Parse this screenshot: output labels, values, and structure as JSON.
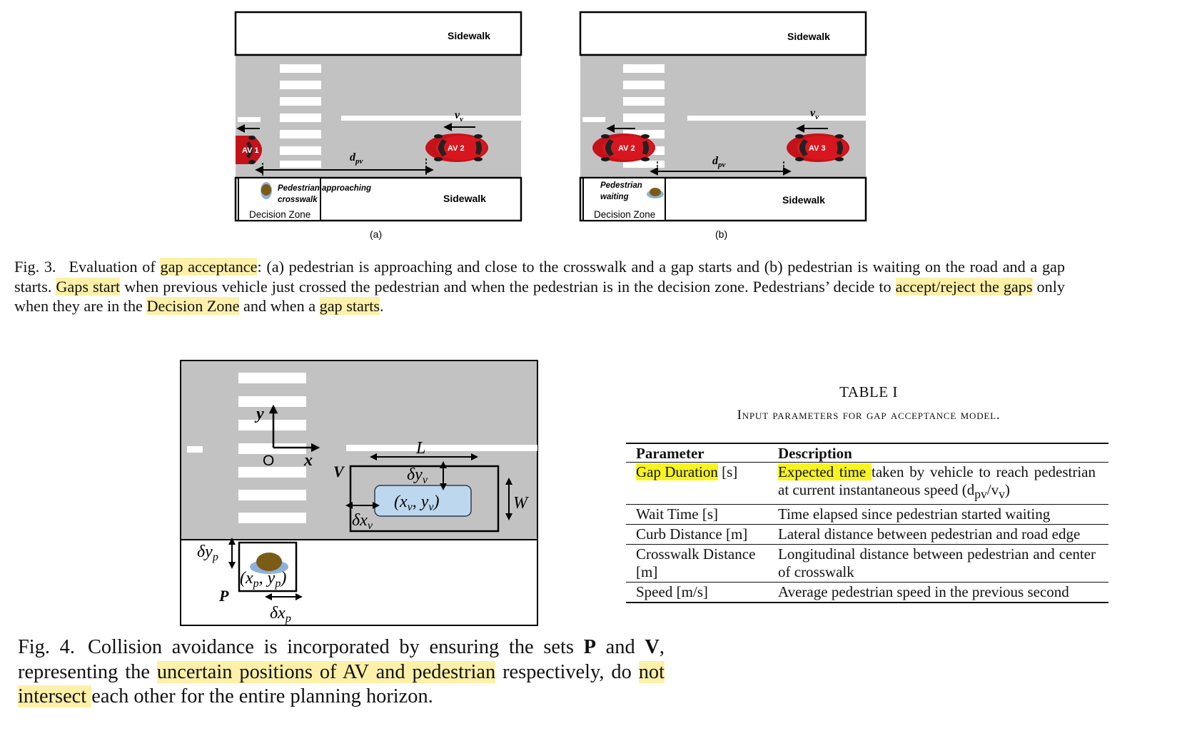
{
  "fig3": {
    "panel_a": {
      "sidewalk_top": "Sidewalk",
      "sidewalk_bottom": "Sidewalk",
      "vehicle_left": "AV 1",
      "vehicle_right": "AV 2",
      "speed_label": "v",
      "speed_sub": "v",
      "distance_label": "d",
      "distance_sub": "pv",
      "pedestrian_line1": "Pedestrian approaching",
      "pedestrian_line2": "crosswalk",
      "zone_label": "Decision Zone",
      "panel_label": "(a)"
    },
    "panel_b": {
      "sidewalk_top": "Sidewalk",
      "sidewalk_bottom": "Sidewalk",
      "vehicle_left": "AV 2",
      "vehicle_right": "AV 3",
      "speed_label": "v",
      "speed_sub": "v",
      "distance_label": "d",
      "distance_sub": "pv",
      "pedestrian_line1": "Pedestrian",
      "pedestrian_line2": "waiting",
      "zone_label": "Decision Zone",
      "panel_label": "(b)"
    },
    "caption": {
      "fig_num": "Fig. 3.",
      "s1": "Evaluation of ",
      "h1": "gap acceptance",
      "s2": ": (a) pedestrian is approaching and close to the crosswalk and a gap starts and (b) pedestrian is waiting on the road and a gap starts. ",
      "h2": "Gaps start",
      "s3": " when previous vehicle just crossed the pedestrian and when the pedestrian is in the decision zone. Pedestrians’ decide to ",
      "h3": "accept/reject the gaps",
      "s4": " only when they are in the ",
      "h4": "Decision Zone",
      "s5": " and when a ",
      "h5": "gap starts",
      "s6": "."
    }
  },
  "fig4": {
    "axis_y": "y",
    "axis_x": "x",
    "origin": "O",
    "L": "L",
    "V": "V",
    "W": "W",
    "P": "P",
    "dyv": "δy",
    "dyv_sub": "v",
    "dxv": "δx",
    "dxv_sub": "v",
    "dyp": "δy",
    "dyp_sub": "p",
    "dxp": "δx",
    "dxp_sub": "p",
    "vehicle_pos": "(x",
    "vehicle_pos_sub1": "v",
    "vehicle_pos_mid": ", y",
    "vehicle_pos_sub2": "v",
    "vehicle_pos_end": ")",
    "ped_pos": "(x",
    "ped_pos_sub1": "p",
    "ped_pos_mid": ", y",
    "ped_pos_sub2": "p",
    "ped_pos_end": ")",
    "caption": {
      "fig_num": "Fig. 4.",
      "s1": "Collision avoidance is incorporated by ensuring the sets ",
      "b1": "P",
      "s2": " and ",
      "b2": "V",
      "s3": ", representing the ",
      "h1": "uncertain positions of AV and pedestrian",
      "s4": " respectively, do ",
      "h2": "not intersect ",
      "s5": "each other for the entire planning horizon."
    }
  },
  "table": {
    "title": "TABLE I",
    "subtitle": "Input parameters for gap acceptance model.",
    "headers": [
      "Parameter",
      "Description"
    ],
    "rows": [
      {
        "p_hl": "Gap Duration",
        "p_rest": " [s]",
        "d_hl": "Expected time ",
        "d_rest": "taken by vehicle to reach pedestrian at current instantaneous speed (d",
        "d_sub1": "pv",
        "d_mid": "/v",
        "d_sub2": "v",
        "d_end": ")"
      },
      {
        "p": "Wait Time [s]",
        "d": "Time elapsed since pedestrian started waiting"
      },
      {
        "p": "Curb Distance [m]",
        "d": "Lateral distance between pedestrian and road edge"
      },
      {
        "p": "Crosswalk Distance [m]",
        "d": "Longitudinal distance between pedestrian and center of crosswalk"
      },
      {
        "p": "Speed [m/s]",
        "d": "Average pedestrian speed in the previous second"
      }
    ]
  }
}
